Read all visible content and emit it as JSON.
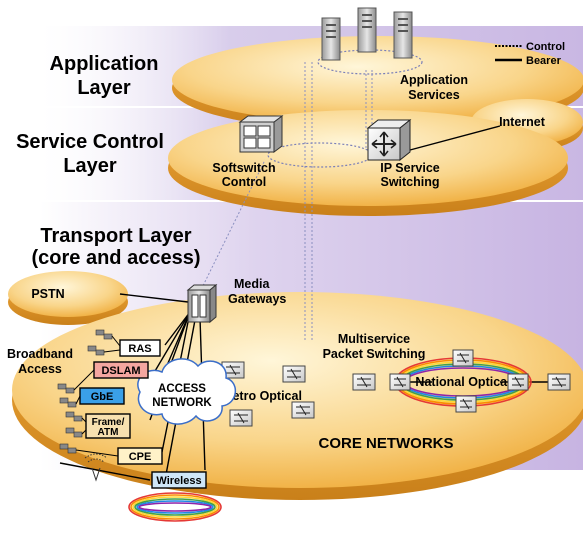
{
  "layers": {
    "application": [
      "Application",
      "Layer"
    ],
    "service_control": [
      "Service Control",
      "Layer"
    ],
    "transport": [
      "Transport Layer",
      "(core and access)"
    ]
  },
  "legend": {
    "control": "Control",
    "bearer": "Bearer"
  },
  "nodes": {
    "application_services": [
      "Application",
      "Services"
    ],
    "internet": "Internet",
    "softswitch": [
      "Softswitch",
      "Control"
    ],
    "ip_service": [
      "IP Service",
      "Switching"
    ],
    "pstn": "PSTN",
    "media_gateways": [
      "Media",
      "Gateways"
    ],
    "multiservice": [
      "Multiservice",
      "Packet Switching"
    ],
    "broadband": [
      "Broadband",
      "Access"
    ],
    "metro_optical": "Metro Optical",
    "national_optical": "National Optical",
    "core_networks": "CORE NETWORKS",
    "access_network": [
      "ACCESS",
      "NETWORK"
    ]
  },
  "access_boxes": {
    "ras": "RAS",
    "dslam": "DSLAM",
    "gbe": "GbE",
    "frame_atm": [
      "Frame/",
      "ATM"
    ],
    "cpe": "CPE",
    "wireless": "Wireless"
  },
  "colors": {
    "band": "#d9cdea",
    "disc_light": "#fff2c8",
    "disc_dark": "#f2b23a",
    "ras_box": "#ffffff",
    "dslam_box": "#f4a6a0",
    "gbe_box": "#3aa0e8",
    "frame_box": "#f7e0b0",
    "cpe_box": "#fff2c8",
    "wireless_box": "#cfe6f7",
    "switch_face": "#f1f1f1"
  }
}
